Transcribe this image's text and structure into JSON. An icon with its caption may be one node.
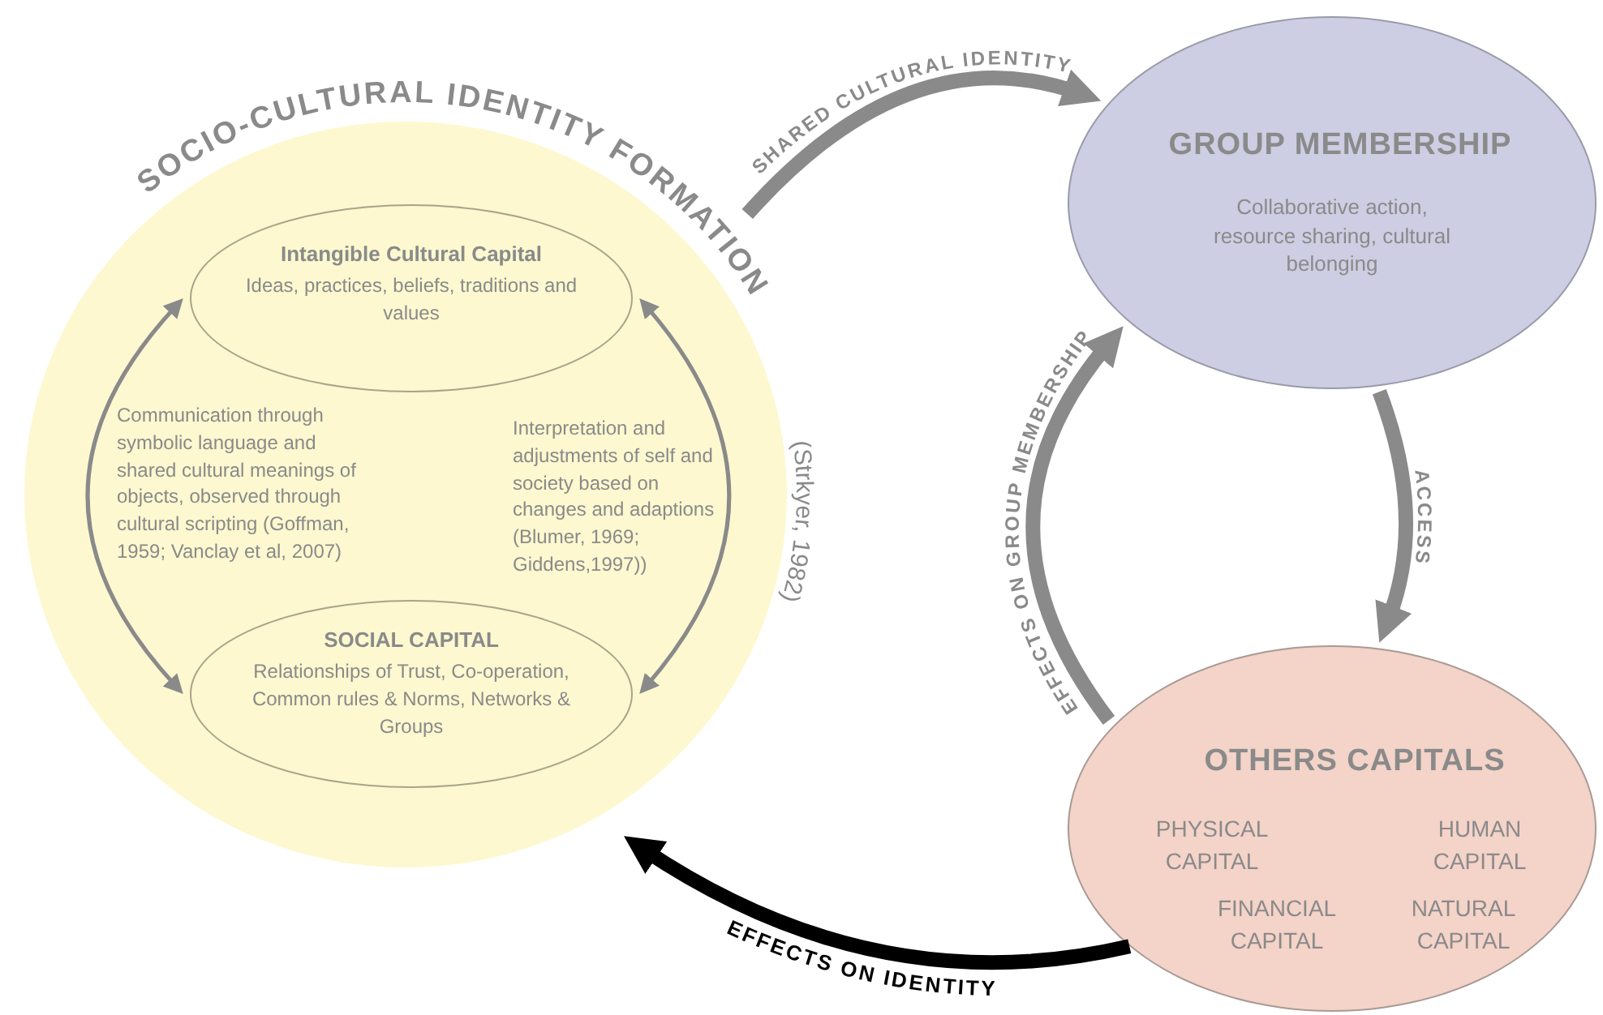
{
  "diagram": {
    "nodes": [
      {
        "text": [
          "SOCIO-CULTURAL IDENTITY FORMATION",
          "(Strkyer, 1982)"
        ]
      },
      {
        "text": [
          "Intangible Cultural Capital",
          "Ideas, practices, beliefs, traditions and values"
        ],
        "in": 0
      },
      {
        "text": [
          "SOCIAL CAPITAL",
          "Relationships of Trust, Co-operation, Common rules & Norms, Networks & Groups"
        ],
        "in": 0
      },
      {
        "text": [
          "GROUP MEMBERSHIP",
          "Collaborative action, resource sharing, cultural belonging"
        ]
      },
      {
        "text": [
          "OTHERS CAPITALS",
          "PHYSICAL CAPITAL",
          "HUMAN CAPITAL",
          "FINANCIAL CAPITAL",
          "NATURAL CAPITAL"
        ]
      }
    ],
    "edges": [
      {
        "from": 1,
        "to": 2,
        "arrow": "both",
        "label": "Communication through symbolic language and shared cultural meanings of objects, observed through cultural scripting (Goffman, 1959; Vanclay et al, 2007)"
      },
      {
        "from": 1,
        "to": 2,
        "arrow": "both",
        "label": "Interpretation and adjustments of self and society based on changes and adaptions (Blumer, 1969; Giddens,1997))"
      },
      {
        "from": 0,
        "to": 3,
        "arrow": "to",
        "label": "SHARED CULTURAL IDENTITY"
      },
      {
        "from": 3,
        "to": 4,
        "arrow": "to",
        "label": "ACCESS"
      },
      {
        "from": 4,
        "to": 3,
        "arrow": "to",
        "label": "EFFECTS ON GROUP MEMBERSHIP"
      },
      {
        "from": 4,
        "to": 0,
        "arrow": "to",
        "label": "EFFECTS ON IDENTITY",
        "color": "#000000"
      }
    ]
  }
}
